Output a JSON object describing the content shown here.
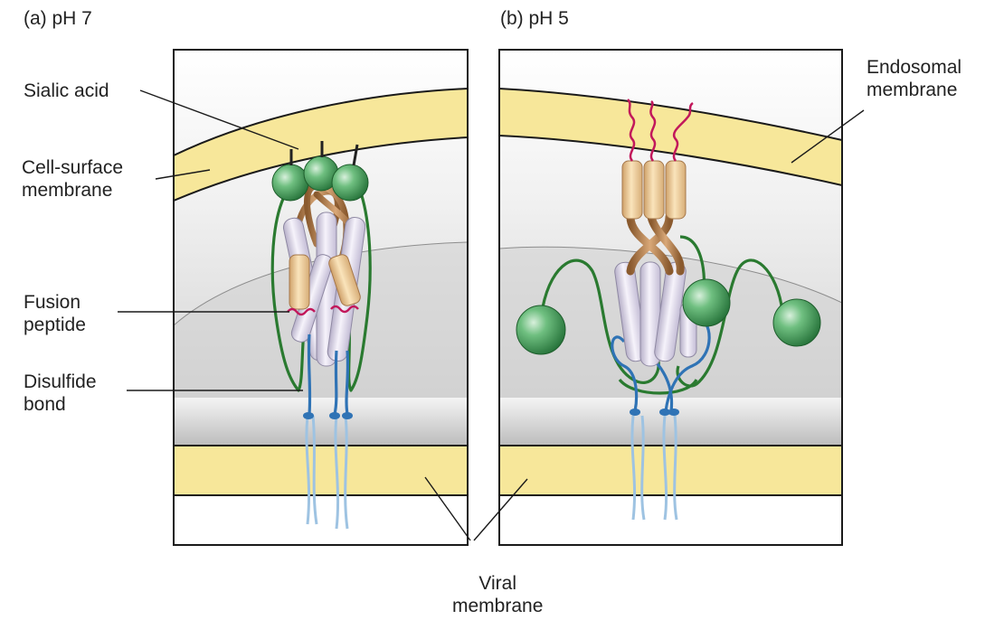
{
  "panels": {
    "a_label": "(a) pH 7",
    "b_label": "(b) pH 5"
  },
  "labels": {
    "sialic_acid": "Sialic acid",
    "cell_surface_membrane": "Cell-surface\nmembrane",
    "endosomal_membrane": "Endosomal\nmembrane",
    "fusion_peptide": "Fusion\npeptide",
    "disulfide_bond": "Disulfide\nbond",
    "viral_membrane": "Viral\nmembrane"
  },
  "colors": {
    "membrane_fill": "#f7e79a",
    "membrane_outline": "#1a1a1a",
    "receptor_sphere": "#3a9a52",
    "hemagglutinin_loop": "#2a7a30",
    "ha2_helix": "#d8d2e6",
    "ha1_coil": "#b98a5a",
    "ha1_cylinder": "#f1cf9a",
    "fusion_peptide": "#c2185b",
    "disulfide_chain": "#2f73b5",
    "lipid_tail": "#9ec3e2",
    "sialic_acid_stick": "#222222"
  },
  "icons": {
    "receptor": "green-sphere-icon",
    "fusion_peptide": "red-squiggle-icon"
  }
}
